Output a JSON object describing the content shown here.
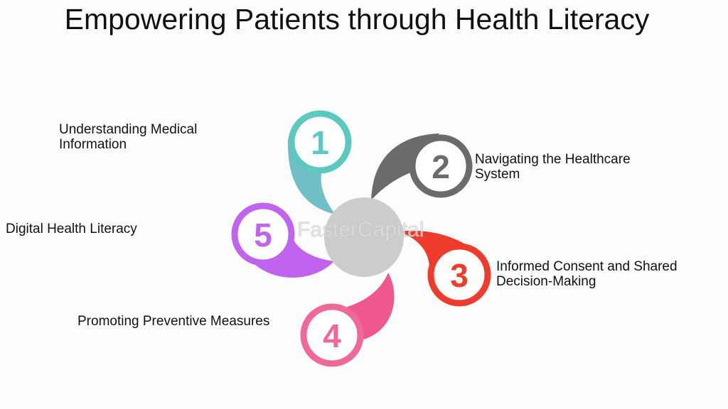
{
  "title": "Empowering Patients through Health Literacy",
  "watermark": "FasterCapital",
  "items": [
    {
      "number": "1",
      "label_lines": [
        "Understanding Medical",
        "Information"
      ],
      "color": "#5cc8c0"
    },
    {
      "number": "2",
      "label_lines": [
        "Navigating the Healthcare",
        "System"
      ],
      "color": "#6b6b6d"
    },
    {
      "number": "3",
      "label_lines": [
        "Informed Consent and Shared",
        "Decision-Making"
      ],
      "color": "#ee3b2c"
    },
    {
      "number": "4",
      "label_lines": [
        "Promoting Preventive Measures"
      ],
      "color": "#f0679a"
    },
    {
      "number": "5",
      "label_lines": [
        "Digital Health Literacy"
      ],
      "color": "#c063ee"
    }
  ],
  "center_color": "#cccccc"
}
